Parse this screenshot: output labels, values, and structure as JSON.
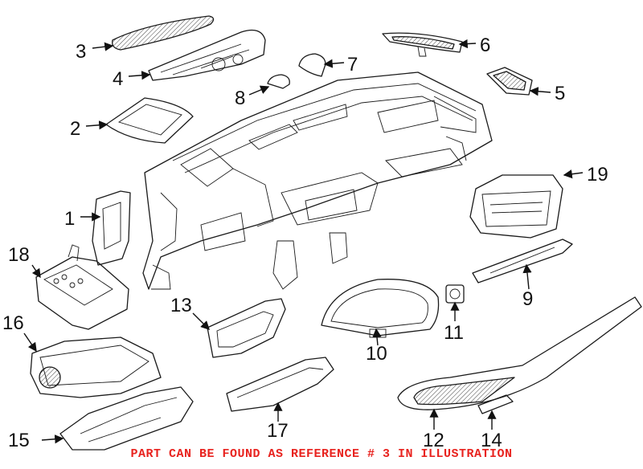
{
  "callouts": {
    "c1": "1",
    "c2": "2",
    "c3": "3",
    "c4": "4",
    "c5": "5",
    "c6": "6",
    "c7": "7",
    "c8": "8",
    "c9": "9",
    "c10": "10",
    "c11": "11",
    "c12": "12",
    "c13": "13",
    "c14": "14",
    "c15": "15",
    "c16": "16",
    "c17": "17",
    "c18": "18",
    "c19": "19"
  },
  "footer_note": "PART CAN BE FOUND AS REFERENCE # 3 IN ILLUSTRATION",
  "colors": {
    "line": "#1a1a1a",
    "note": "#e8231f",
    "hatch": "#444444"
  }
}
